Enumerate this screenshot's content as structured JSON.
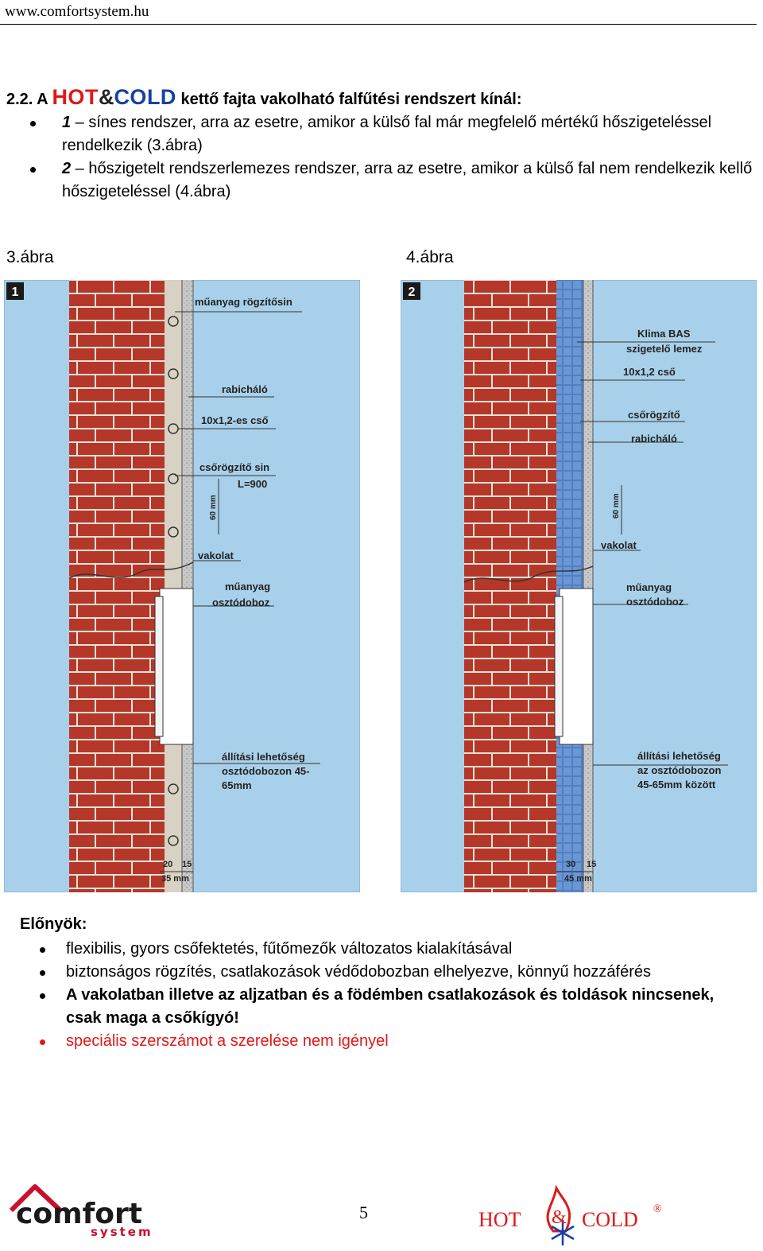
{
  "header": {
    "url": "www.comfortsystem.hu"
  },
  "intro": {
    "heading_prefix": "2.2. A ",
    "brand_hot": "HOT",
    "brand_amp": "&",
    "brand_cold": "COLD",
    "heading_suffix": " kettő fajta vakolható falfűtési rendszert kínál:",
    "items": [
      {
        "lead": "1",
        "text": " – sínes rendszer, arra az esetre, amikor a külső fal már megfelelő mértékű hőszigeteléssel rendelkezik (3.ábra)"
      },
      {
        "lead": "2",
        "text": " – hőszigetelt rendszerlemezes rendszer, arra az esetre, amikor a külső fal nem rendelkezik kellő hőszigeteléssel (4.ábra)"
      }
    ]
  },
  "figures": {
    "fig3": {
      "caption": "3.ábra",
      "badge": "1",
      "labels": {
        "l1": "műanyag rögzítősin",
        "l2": "rabicháló",
        "l3": "10x1,2-es cső",
        "l4": "csőrögzítő sin",
        "l5": "L=900",
        "l6": "60 mm",
        "l7": "vakolat",
        "l8": "műanyag",
        "l9": "osztódoboz",
        "l10": "állítási lehetőség",
        "l11": "osztódobozon 45-",
        "l12": "65mm",
        "d1": "20",
        "d2": "15",
        "d3": "35 mm"
      }
    },
    "fig4": {
      "caption": "4.ábra",
      "badge": "2",
      "labels": {
        "l1": "Klima BAS",
        "l2": "szigetelő lemez",
        "l3": "10x1,2 cső",
        "l4": "csőrögzítő",
        "l5": "rabicháló",
        "l6": "60 mm",
        "l7": "vakolat",
        "l8": "műanyag",
        "l9": "osztódoboz",
        "l10": "állítási lehetőség",
        "l11": "az osztódobozon",
        "l12": "45-65mm között",
        "d1": "30",
        "d2": "15",
        "d3": "45 mm"
      }
    }
  },
  "advantages": {
    "title": "Előnyök:",
    "items": [
      "flexibilis, gyors csőfektetés, fűtőmezők változatos kialakításával",
      "biztonságos rögzítés, csatlakozások védődobozban elhelyezve, könnyű hozzáférés",
      "A vakolatban illetve az aljzatban és a födémben csatlakozások és toldások nincsenek, csak maga a csőkígyó!",
      "speciális szerszámot a szerelése nem igényel"
    ]
  },
  "footer": {
    "page_number": "5",
    "logo_left_word": "comfort",
    "logo_left_sub": "system",
    "logo_right_hot": "HOT",
    "logo_right_amp": "&",
    "logo_right_cold": "COLD",
    "logo_right_reg": "®"
  },
  "colors": {
    "brick": "#b5372a",
    "mortar": "#e8e2d6",
    "sky": "#a9d0ea",
    "plaster": "#c4c4c4",
    "insulation": "#4f7fc4",
    "accent_red": "#e01818",
    "accent_blue": "#1540a8"
  }
}
